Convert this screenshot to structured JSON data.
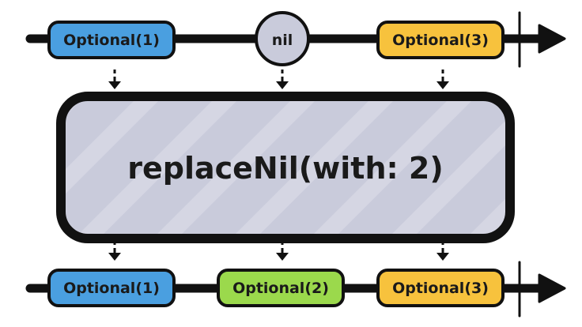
{
  "input_timeline": {
    "events": [
      {
        "label": "Optional(1)",
        "color": "#4a9fe0"
      },
      {
        "label": "nil",
        "color": "#c9cbdb"
      },
      {
        "label": "Optional(3)",
        "color": "#f7c23d"
      }
    ]
  },
  "operator": {
    "label": "replaceNil(with: 2)",
    "color": "#c9cbdb"
  },
  "output_timeline": {
    "events": [
      {
        "label": "Optional(1)",
        "color": "#4a9fe0"
      },
      {
        "label": "Optional(2)",
        "color": "#9bd94c"
      },
      {
        "label": "Optional(3)",
        "color": "#f7c23d"
      }
    ]
  }
}
